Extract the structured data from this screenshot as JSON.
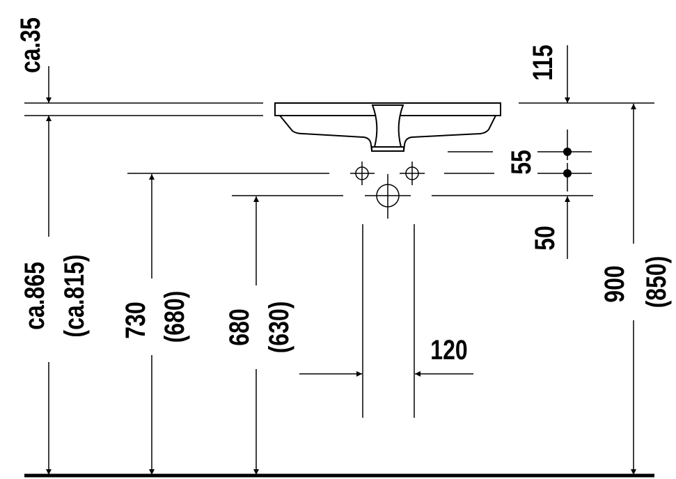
{
  "labels": {
    "overflow_height": "ca.35",
    "rim_thickness": "115",
    "total_height": "ca.865",
    "total_height_alt": "(ca.815)",
    "supply_height": "730",
    "supply_height_alt": "(680)",
    "drain_height": "680",
    "drain_height_alt": "(630)",
    "supply_spacing_vertical": "55",
    "drain_offset": "50",
    "rim_height": "900",
    "rim_height_alt": "(850)",
    "pipe_spacing": "120"
  }
}
